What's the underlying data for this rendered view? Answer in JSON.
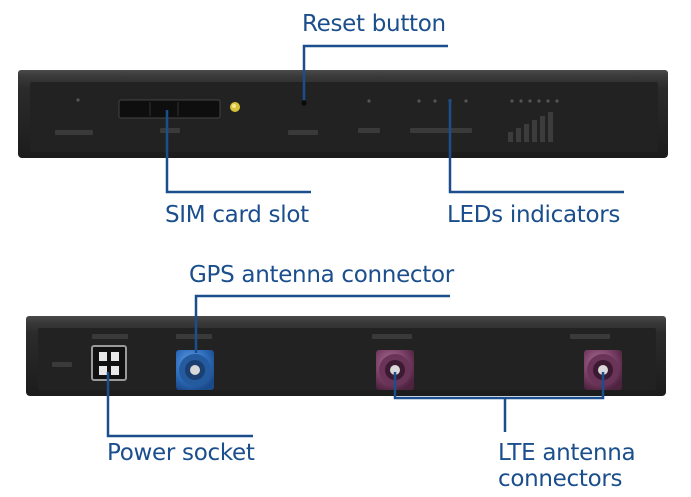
{
  "callouts": {
    "reset_button": "Reset button",
    "sim_card_slot": "SIM card slot",
    "leds_indicators": "LEDs indicators",
    "gps_antenna_connector": "GPS antenna connector",
    "power_socket": "Power socket",
    "lte_line1": "LTE antenna",
    "lte_line2": "connectors"
  },
  "colors": {
    "label": "#1a4e8c",
    "callout_line": "#1a4e8c",
    "device_body": "#262626",
    "gps_connector": "#2f6fc0",
    "lte_connector": "#7a3f66",
    "led": "#d8c33a"
  }
}
